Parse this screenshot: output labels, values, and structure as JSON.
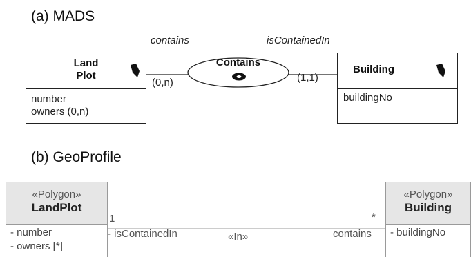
{
  "section_a": {
    "title": "(a) MADS"
  },
  "section_b": {
    "title": "(b) GeoProfile"
  },
  "mads": {
    "land_plot": {
      "name_line1": "Land",
      "name_line2": "Plot",
      "attributes": [
        "number",
        "owners (0,n)"
      ],
      "icon": "spatial-object-icon"
    },
    "building": {
      "name": "Building",
      "attributes": [
        "buildingNo"
      ],
      "icon": "spatial-object-icon"
    },
    "relationship": {
      "name": "Contains",
      "icon": "topological-inclusion-icon"
    },
    "roles": {
      "left": "contains",
      "right": "isContainedIn"
    },
    "cardinalities": {
      "left": "(0,n)",
      "right": "(1,1)"
    }
  },
  "geoprofile": {
    "land_plot": {
      "stereotype": "«Polygon»",
      "name": "LandPlot",
      "attributes": [
        "- number",
        "- owners [*]"
      ]
    },
    "building": {
      "stereotype": "«Polygon»",
      "name": "Building",
      "attributes": [
        "- buildingNo"
      ]
    },
    "association": {
      "left_multiplicity": "1",
      "right_multiplicity": "*",
      "left_role": "- isContainedIn",
      "right_role": "contains",
      "stereotype": "«In»"
    }
  }
}
